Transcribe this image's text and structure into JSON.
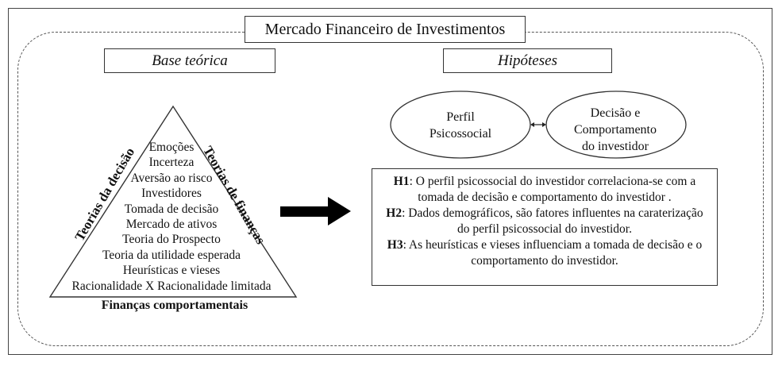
{
  "title": "Mercado Financeiro de Investimentos",
  "base_teorica": {
    "label": "Base teórica",
    "left_side": "Teorias da decisão",
    "right_side": "Teorias de finanças",
    "base_label": "Finanças comportamentais",
    "items": [
      "Emoções",
      "Incerteza",
      "Aversão ao risco",
      "Investidores",
      "Tomada de decisão",
      "Mercado de ativos",
      "Teoria do Prospecto",
      "Teoria da utilidade esperada",
      "Heurísticas e vieses",
      "Racionalidade X Racionalidade limitada"
    ]
  },
  "hipoteses": {
    "label": "Hipóteses",
    "ellipse_left": {
      "line1": "Perfil",
      "line2": "Psicossocial"
    },
    "ellipse_right": {
      "line1": "Decisão e",
      "line2": "Comportamento",
      "line3": "do investidor"
    },
    "h1": {
      "tag": "H1",
      "text": ": O perfil psicossocial do investidor correlaciona-se com a tomada de decisão e comportamento do investidor ."
    },
    "h2": {
      "tag": "H2",
      "text": ": Dados demográficos, são fatores influentes na caraterização do perfil psicossocial do investidor."
    },
    "h3": {
      "tag": "H3",
      "text": ": As heurísticas e vieses influenciam a tomada de decisão e o comportamento do investidor."
    }
  }
}
